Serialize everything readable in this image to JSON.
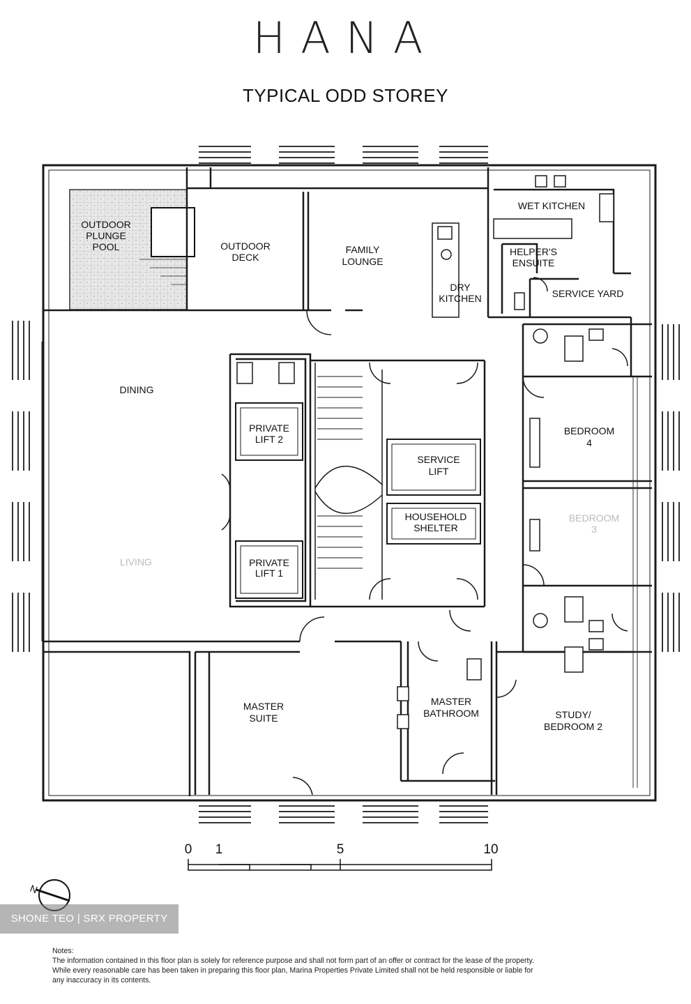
{
  "brand": "HANA",
  "subtitle": "TYPICAL ODD STOREY",
  "rooms": {
    "outdoor_plunge_pool": [
      "OUTDOOR",
      "PLUNGE",
      "POOL"
    ],
    "outdoor_deck": [
      "OUTDOOR",
      "DECK"
    ],
    "family_lounge": [
      "FAMILY",
      "LOUNGE"
    ],
    "wet_kitchen": [
      "WET KITCHEN"
    ],
    "helpers_ensuite": [
      "HELPER'S",
      "ENSUITE"
    ],
    "dry_kitchen": [
      "DRY",
      "KITCHEN"
    ],
    "service_yard": [
      "SERVICE YARD"
    ],
    "dining": [
      "DINING"
    ],
    "private_lift_2": [
      "PRIVATE",
      "LIFT 2"
    ],
    "service_lift": [
      "SERVICE",
      "LIFT"
    ],
    "household_shelter": [
      "HOUSEHOLD",
      "SHELTER"
    ],
    "private_lift_1": [
      "PRIVATE",
      "LIFT 1"
    ],
    "living": [
      "LIVING"
    ],
    "bedroom_4": [
      "BEDROOM",
      "4"
    ],
    "bedroom_3": [
      "BEDROOM",
      "3"
    ],
    "master_suite": [
      "MASTER",
      "SUITE"
    ],
    "master_bathroom": [
      "MASTER",
      "BATHROOM"
    ],
    "study_bedroom_2": [
      "STUDY/",
      "BEDROOM 2"
    ]
  },
  "scale": {
    "ticks": [
      "0",
      "1",
      "5",
      "10"
    ]
  },
  "watermark": "SHONE TEO | SRX PROPERTY",
  "compass": {
    "label": "N"
  },
  "notes": {
    "heading": "Notes:",
    "lines": [
      "The information contained in this floor plan is solely for reference purpose and shall not form part of an offer or contract for the lease of the property.",
      "While every reasonable care has been taken in preparing this floor plan, Marina Properties Private Limited shall not be held responsible or liable for",
      "any inaccuracy in its contents."
    ]
  }
}
